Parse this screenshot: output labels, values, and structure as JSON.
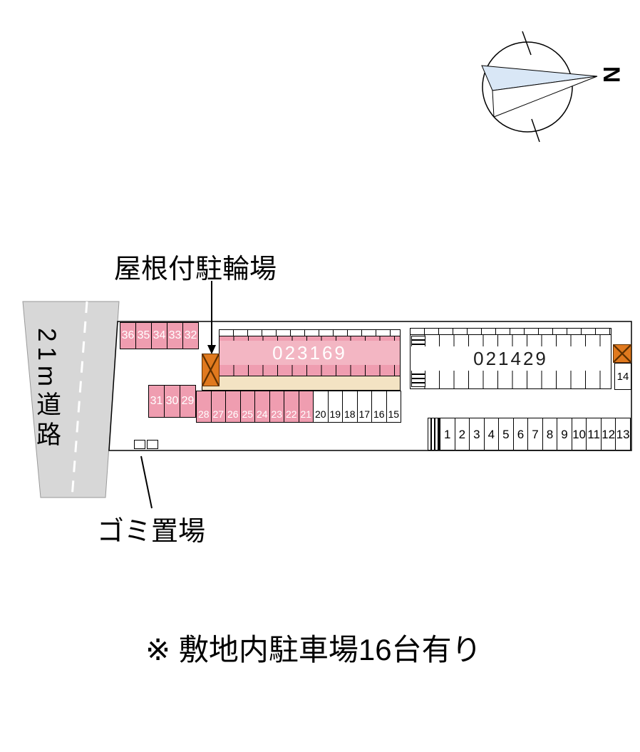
{
  "compass": {
    "north_label": "N"
  },
  "annotations": {
    "bicycle_parking": "屋根付駐輪場",
    "road": "21m道路",
    "garbage": "ゴミ置場",
    "note": "※ 敷地内駐車場16台有り"
  },
  "buildings": {
    "left": {
      "label": "023169"
    },
    "right": {
      "label": "021429"
    }
  },
  "parking_rows": {
    "top_left": [
      "36",
      "35",
      "34",
      "33",
      "32"
    ],
    "mid_left": [
      "31",
      "30",
      "29"
    ],
    "main_pink": [
      "28",
      "27",
      "26",
      "25",
      "24",
      "23",
      "22",
      "21"
    ],
    "main_white": [
      "20",
      "19",
      "18",
      "17",
      "16",
      "15"
    ],
    "bottom_right": [
      "1",
      "2",
      "3",
      "4",
      "5",
      "6",
      "7",
      "8",
      "9",
      "10",
      "11",
      "12",
      "13"
    ],
    "single_right": "14"
  },
  "colors": {
    "stall_pink": "#ef9db0",
    "covered_orange": "#e0791e",
    "road_gray": "#d7d7d7",
    "walkway_beige": "#f3e3c3",
    "needle_blue": "#d9e7f6"
  }
}
